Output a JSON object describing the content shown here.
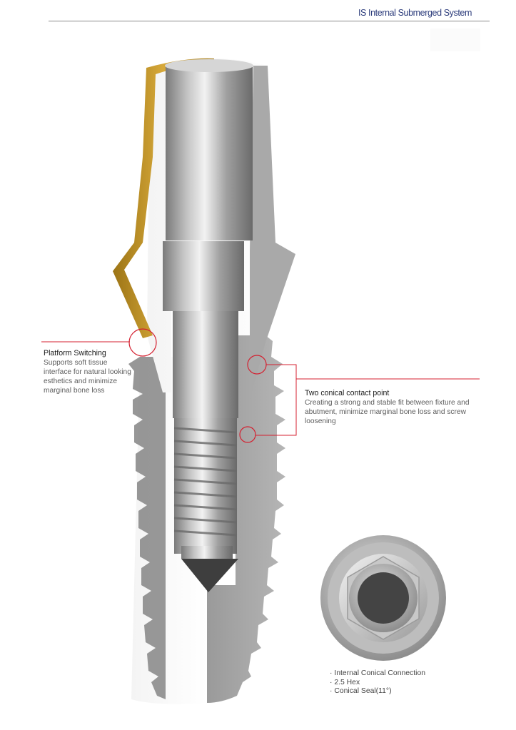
{
  "header": {
    "title": "IS Internal Submerged System"
  },
  "illustration": {
    "subject": "dental-implant-cross-section",
    "colors": {
      "gold_abutment": "#c99a2e",
      "titanium_light": "#d8d8d8",
      "titanium_mid": "#a8a8a8",
      "titanium_dark": "#6e6e6e",
      "callout_red": "#d42030"
    }
  },
  "callouts": {
    "platform_switching": {
      "title": "Platform Switching",
      "body": "Supports soft tissue interface for natural looking esthetics and minimize marginal bone loss"
    },
    "conical_contact": {
      "title": "Two conical contact point",
      "body": "Creating a strong and stable fit between fixture and abutment, minimize marginal bone loss and screw loosening"
    }
  },
  "top_view": {
    "specs": [
      "· Internal Conical Connection",
      "· 2.5 Hex",
      "· Conical Seal(11°)"
    ]
  }
}
